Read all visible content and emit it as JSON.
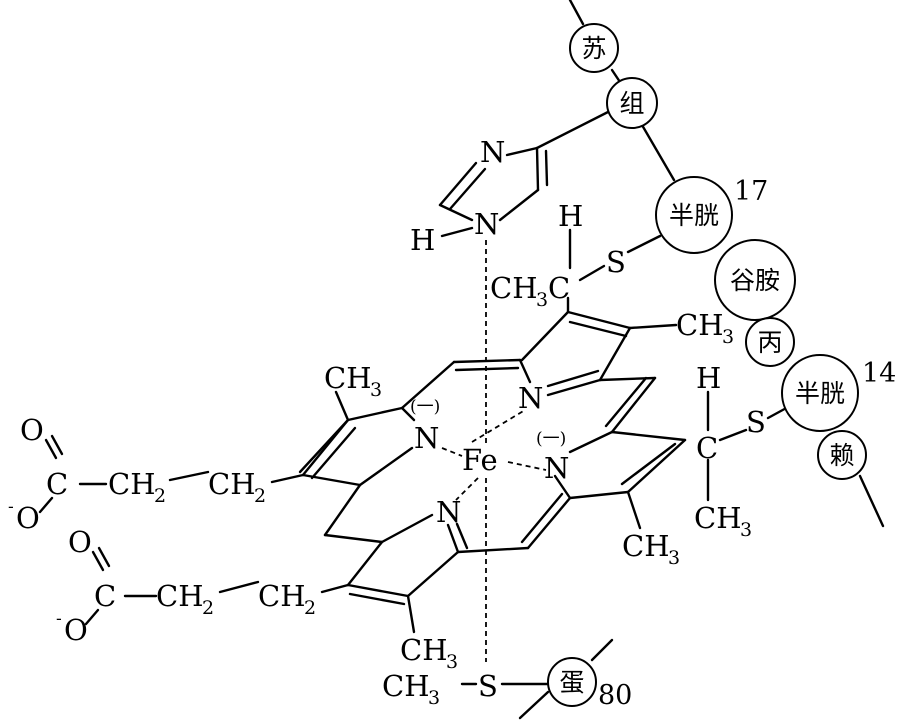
{
  "atoms": {
    "fe": "Fe",
    "n": "N",
    "h": "H",
    "s": "S",
    "o": "O",
    "c": "C",
    "ch": "CH",
    "three": "3",
    "two": "2",
    "minus": "-",
    "neg_charge": "(一)"
  },
  "residues": {
    "thr": "苏",
    "his": "组",
    "cys17": "半胱",
    "gln": "谷胺",
    "ala": "丙",
    "cys14": "半胱",
    "lys": "赖",
    "met": "蛋"
  },
  "numbers": {
    "cys17": "17",
    "cys14": "14",
    "met80": "80"
  }
}
